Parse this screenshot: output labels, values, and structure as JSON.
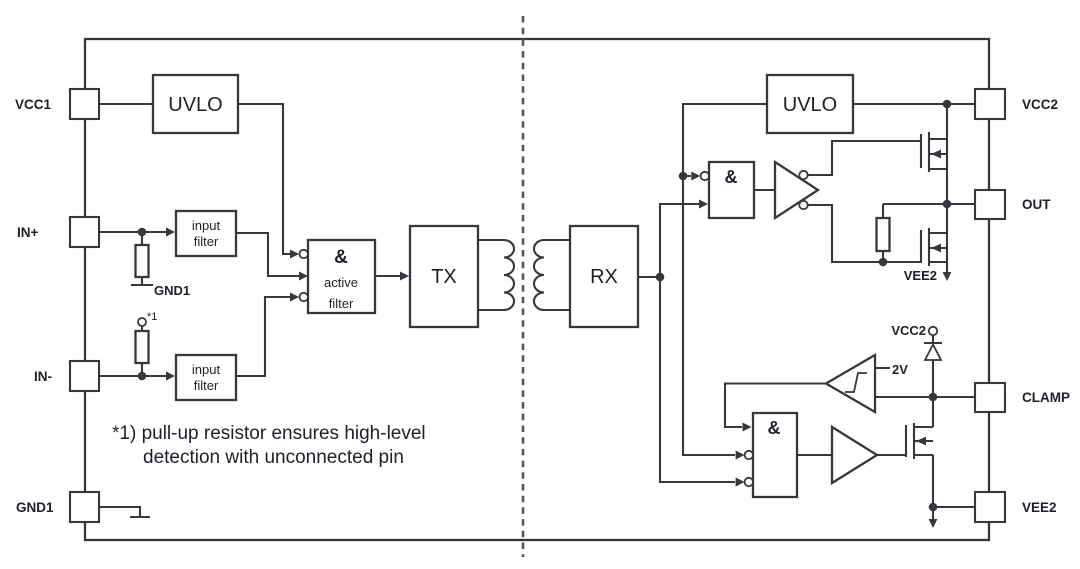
{
  "figure": {
    "pins_left": [
      "VCC1",
      "IN+",
      "IN-",
      "GND1"
    ],
    "pins_right": [
      "VCC2",
      "OUT",
      "CLAMP",
      "VEE2"
    ],
    "blocks": {
      "uvlo_left": "UVLO",
      "uvlo_right": "UVLO",
      "input_filter_top": {
        "line1": "input",
        "line2": "filter"
      },
      "input_filter_bottom": {
        "line1": "input",
        "line2": "filter"
      },
      "active_filter": {
        "line1": "&",
        "line2": "active",
        "line3": "filter"
      },
      "tx": "TX",
      "rx": "RX"
    },
    "gates": {
      "and_top": "&",
      "and_bottom": "&"
    },
    "labels": {
      "gnd1_symbol": "GND1",
      "pullup_ref": "*1",
      "vee2_inline": "VEE2",
      "vcc2_inline": "VCC2",
      "vref": "2V"
    },
    "note": {
      "line1": "*1) pull-up resistor ensures high-level",
      "line2": "detection with unconnected pin"
    },
    "colors": {
      "line": "#35383c",
      "text": "#1d2127",
      "dash": "#53565a",
      "background": "#ffffff"
    }
  }
}
